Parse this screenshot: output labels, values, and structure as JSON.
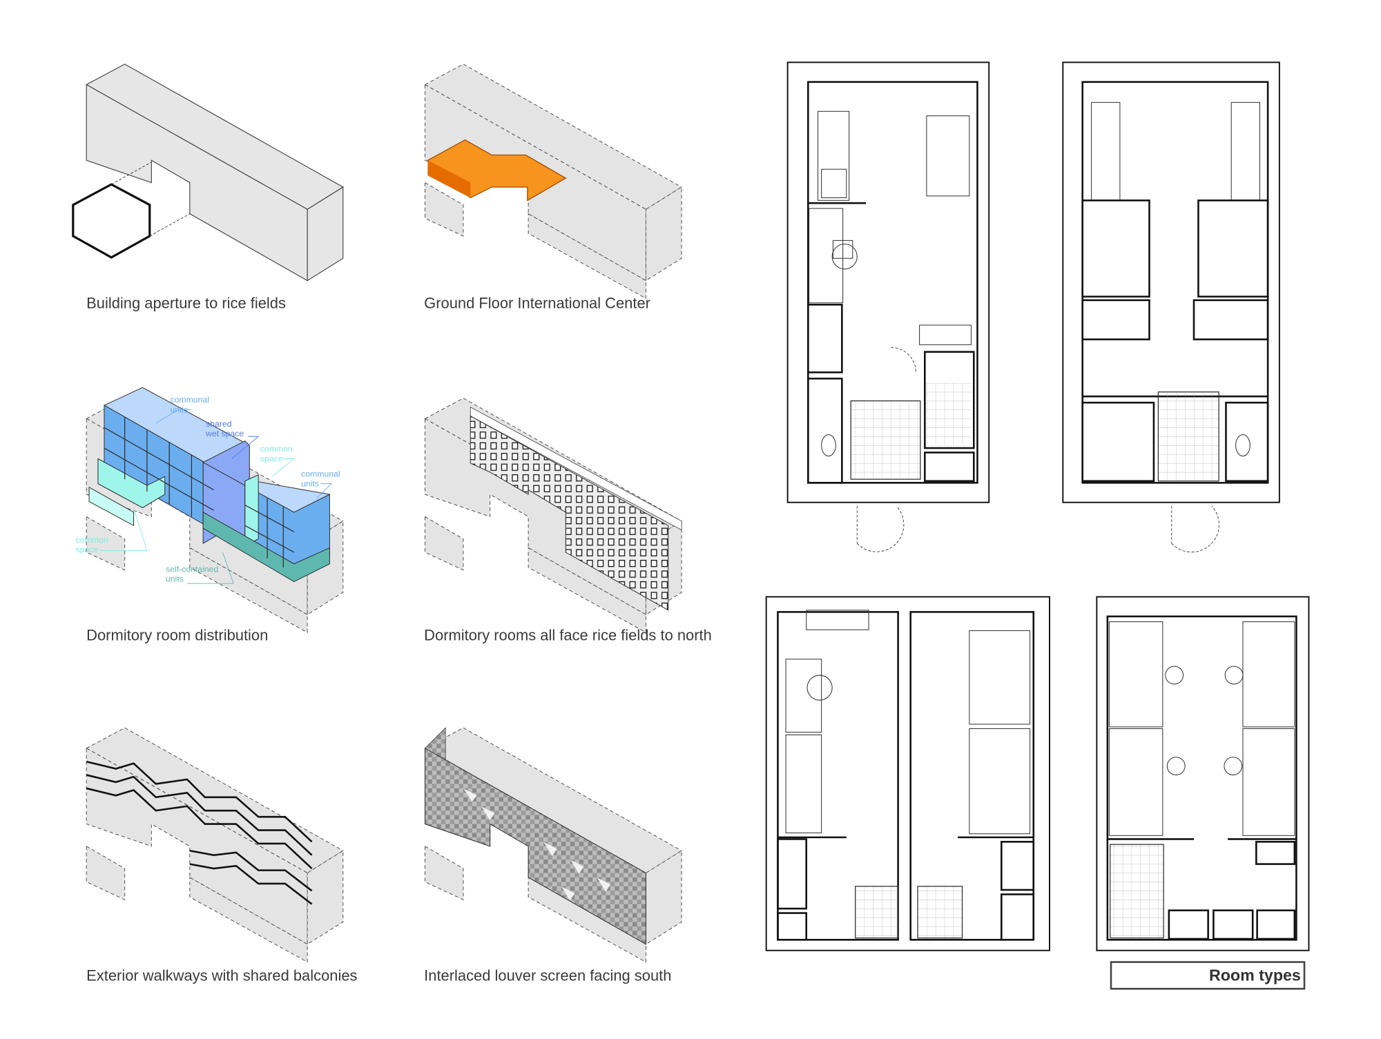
{
  "captions": {
    "aperture": "Building aperture to rice fields",
    "ground_floor": "Ground Floor International Center",
    "distribution": "Dormitory room distribution",
    "north": "Dormitory rooms all face rice fields to north",
    "walkways": "Exterior walkways with shared balconies",
    "louver": "Interlaced louver screen facing south"
  },
  "annotations": {
    "communal_units_1_a": "communal",
    "communal_units_1_b": "units",
    "shared_wet_a": "shared",
    "shared_wet_b": "wet space",
    "common_space_1_a": "common",
    "common_space_1_b": "space",
    "communal_units_2_a": "communal",
    "communal_units_2_b": "units",
    "common_space_2_a": "common",
    "common_space_2_b": "space",
    "self_contained_a": "self-contained",
    "self_contained_b": "units"
  },
  "colors": {
    "orange": "#f7941d",
    "communal": "#6aaef0",
    "shared_wet": "#8aa8f5",
    "common": "#9ff5ea",
    "self_contained": "#5fb8b0"
  },
  "room_types_label": "Room types"
}
